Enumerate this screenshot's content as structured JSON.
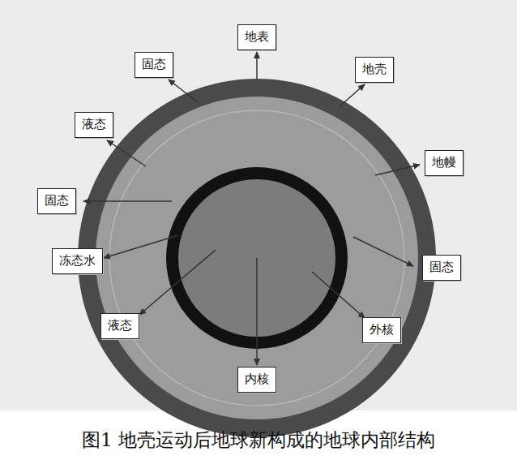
{
  "diagram": {
    "caption": "图1 地壳运动后地球新构成的地球内部结构",
    "nodes": [
      {
        "text": [
          "地表"
        ]
      },
      {
        "text": [
          "固态"
        ]
      },
      {
        "text": [
          "地壳"
        ]
      },
      {
        "text": [
          "液态"
        ]
      },
      {
        "text": [
          "地幔"
        ]
      },
      {
        "text": [
          "固态"
        ]
      },
      {
        "text": [
          "冻态水"
        ]
      },
      {
        "text": [
          "固态"
        ]
      },
      {
        "text": [
          "液态"
        ]
      },
      {
        "text": [
          "外核"
        ]
      },
      {
        "text": [
          "内核"
        ]
      }
    ]
  }
}
